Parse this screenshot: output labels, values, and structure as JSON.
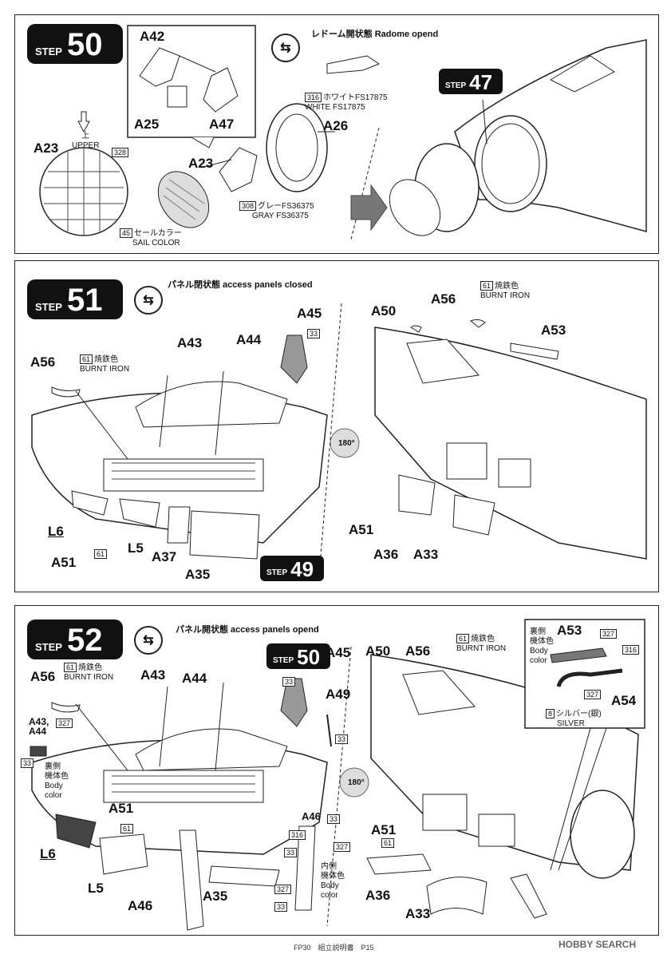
{
  "steps": {
    "s50": {
      "step_word": "STEP",
      "step_number": "50",
      "state_label": "レドーム開状態 Radome opend",
      "parts": [
        "A42",
        "A25",
        "A47",
        "A26",
        "A23",
        "A23"
      ],
      "upper_jp": "上",
      "upper_en": "UPPER",
      "paint_white_code": "316",
      "paint_white": "ホワイトFS17875",
      "paint_white_en": "WHITE FS17875",
      "paint_gray_code": "308",
      "paint_gray": "グレーFS36375",
      "paint_gray_en": "GRAY FS36375",
      "paint_sail_code": "45",
      "paint_sail": "セールカラー",
      "paint_sail_en": "SAIL COLOR",
      "part_code": "328",
      "ref_word": "STEP",
      "ref_number": "47"
    },
    "s51": {
      "step_word": "STEP",
      "step_number": "51",
      "state_label": "パネル閉状態 access panels closed",
      "left_parts": [
        "A56",
        "A43",
        "A44",
        "A45",
        "L6",
        "A51",
        "L5",
        "A37",
        "A35"
      ],
      "right_parts": [
        "A50",
        "A56",
        "A53",
        "A51",
        "A36",
        "A33"
      ],
      "iron_code": "61",
      "iron_jp": "焼鉄色",
      "iron_en": "BURNT IRON",
      "iron_en_right": "BURNT IRON",
      "code_33": "33",
      "rotate_label": "180°",
      "ref_word": "STEP",
      "ref_number": "49"
    },
    "s52": {
      "step_word": "STEP",
      "step_number": "52",
      "state_label": "パネル開状態 access panels opend",
      "left_parts": [
        "A56",
        "A43",
        "A44",
        "A45",
        "A49",
        "A43,",
        "A44",
        "A51",
        "L6",
        "L5",
        "A46",
        "A35",
        "A46"
      ],
      "right_parts": [
        "A50",
        "A56",
        "A51",
        "A36",
        "A33"
      ],
      "inset_parts": [
        "A53",
        "A54"
      ],
      "iron_code": "61",
      "iron_jp": "焼鉄色",
      "iron_en": "BURNT IRON",
      "body_code": "327",
      "body_jp_1": "裏側",
      "body_jp_2": "機体色",
      "body_en_1": "Body",
      "body_en_2": "color",
      "inner_jp_1": "内側",
      "inner_jp_2": "機体色",
      "silver_code": "8",
      "silver_jp": "シルバー(銀)",
      "silver_en": "SILVER",
      "code_33": "33",
      "code_316": "316",
      "rotate_label": "180°",
      "ref_word": "STEP",
      "ref_number": "50"
    }
  },
  "footer": {
    "text": "FP30　組立説明書　P15"
  },
  "watermark": {
    "text": "HOBBY SEARCH"
  }
}
